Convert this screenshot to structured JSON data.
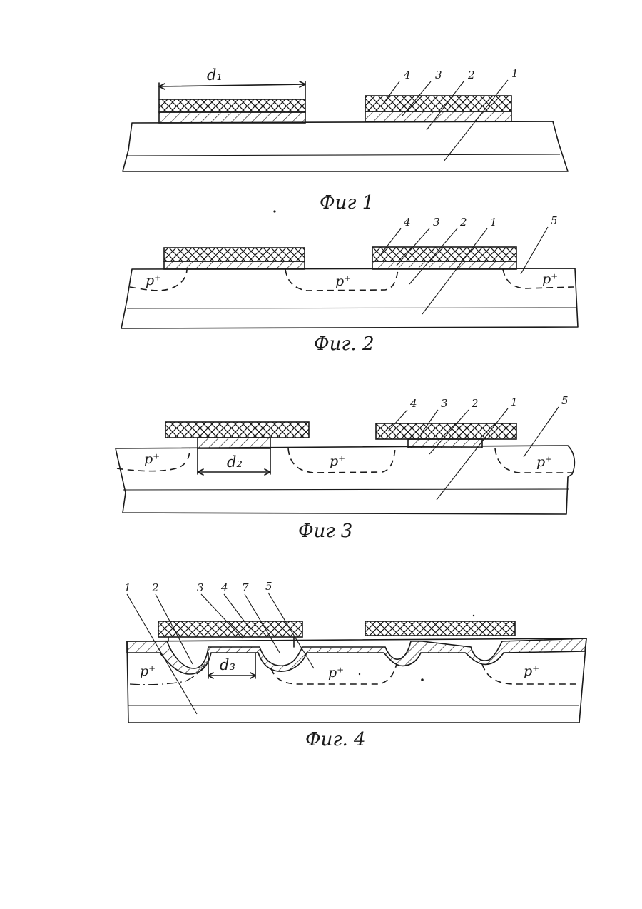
{
  "figures": [
    {
      "caption": "Фиг 1",
      "dimension_label": "d₁",
      "callouts": [
        "4",
        "3",
        "2",
        "1"
      ],
      "regions": []
    },
    {
      "caption": "Фиг. 2",
      "callouts": [
        "4",
        "3",
        "2",
        "1",
        "5"
      ],
      "regions": [
        "p⁺",
        "p⁺",
        "p⁺"
      ]
    },
    {
      "caption": "Фиг 3",
      "dimension_label": "d₂",
      "callouts": [
        "4",
        "3",
        "2",
        "1",
        "5"
      ],
      "regions": [
        "p⁺",
        "p⁺",
        "p⁺"
      ]
    },
    {
      "caption": "Фиг. 4",
      "dimension_label": "d₃",
      "callouts": [
        "1",
        "2",
        "3",
        "4",
        "7",
        "5"
      ],
      "regions": [
        "p⁺",
        "p⁺",
        "p⁺"
      ]
    }
  ]
}
